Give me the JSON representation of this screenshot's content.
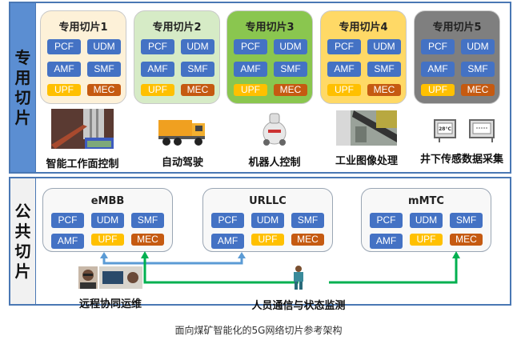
{
  "dedicated": {
    "side_label": [
      "专",
      "用",
      "切",
      "片"
    ],
    "slices": [
      {
        "title": "专用切片1",
        "bg": "#fdf1d8",
        "nfs": [
          "PCF",
          "UDM",
          "AMF",
          "SMF",
          "UPF",
          "MEC"
        ]
      },
      {
        "title": "专用切片2",
        "bg": "#d6ebc6",
        "nfs": [
          "PCF",
          "UDM",
          "AMF",
          "SMF",
          "UPF",
          "MEC"
        ]
      },
      {
        "title": "专用切片3",
        "bg": "#8ac64f",
        "nfs": [
          "PCF",
          "UDM",
          "AMF",
          "SMF",
          "UPF",
          "MEC"
        ]
      },
      {
        "title": "专用切片4",
        "bg": "#ffd966",
        "nfs": [
          "PCF",
          "UDM",
          "AMF",
          "SMF",
          "UPF",
          "MEC"
        ]
      },
      {
        "title": "专用切片5",
        "bg": "#7f7f7f",
        "nfs": [
          "PCF",
          "UDM",
          "AMF",
          "SMF",
          "UPF",
          "MEC"
        ]
      }
    ],
    "use_cases": [
      {
        "label": "智能工作面控制",
        "icon": "mining-face-photo"
      },
      {
        "label": "自动驾驶",
        "icon": "dump-truck-icon"
      },
      {
        "label": "机器人控制",
        "icon": "robot-icon"
      },
      {
        "label": "工业图像处理",
        "icon": "conveyor-photo"
      },
      {
        "label": "井下传感数据采集",
        "icon": "sensor-icon",
        "sensor_reading": "28°C"
      }
    ]
  },
  "public": {
    "side_label": [
      "公",
      "共",
      "切",
      "片"
    ],
    "slices": [
      {
        "title": "eMBB",
        "nfs": [
          "PCF",
          "UDM",
          "SMF",
          "AMF",
          "UPF",
          "MEC"
        ]
      },
      {
        "title": "URLLC",
        "nfs": [
          "PCF",
          "UDM",
          "SMF",
          "AMF",
          "UPF",
          "MEC"
        ]
      },
      {
        "title": "mMTC",
        "nfs": [
          "PCF",
          "UDM",
          "SMF",
          "AMF",
          "UPF",
          "MEC"
        ]
      }
    ],
    "use_cases": [
      {
        "label": "远程协同运维",
        "icon": "remote-ops-photo"
      },
      {
        "label": "人员通信与状态监测",
        "icon": "miner-icon"
      }
    ]
  },
  "colors": {
    "control_nf": "#4472c4",
    "upf": "#ffc000",
    "mec": "#c55a11",
    "border": "#4a78b4",
    "arrow_blue": "#5b9bd5",
    "arrow_green": "#00b050"
  },
  "caption": "面向煤矿智能化的5G网络切片参考架构"
}
